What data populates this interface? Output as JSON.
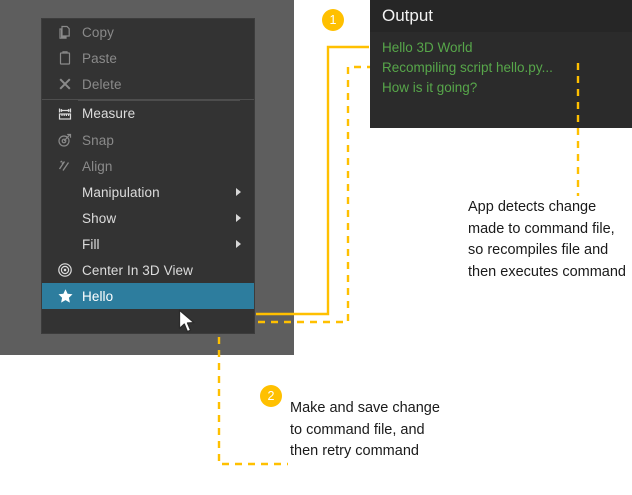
{
  "context_menu": {
    "items": [
      {
        "label": "Copy",
        "icon": "copy-icon",
        "state": "disabled",
        "submenu": false
      },
      {
        "label": "Paste",
        "icon": "paste-icon",
        "state": "disabled",
        "submenu": false
      },
      {
        "label": "Delete",
        "icon": "delete-icon",
        "state": "disabled",
        "submenu": false
      },
      {
        "label": "Measure",
        "icon": "measure-icon",
        "state": "enabled",
        "submenu": false
      },
      {
        "label": "Snap",
        "icon": "snap-icon",
        "state": "disabled",
        "submenu": false
      },
      {
        "label": "Align",
        "icon": "align-icon",
        "state": "disabled",
        "submenu": false
      },
      {
        "label": "Manipulation",
        "icon": "none",
        "state": "enabled",
        "submenu": true
      },
      {
        "label": "Show",
        "icon": "none",
        "state": "enabled",
        "submenu": true
      },
      {
        "label": "Fill",
        "icon": "none",
        "state": "enabled",
        "submenu": true
      },
      {
        "label": "Center In 3D View",
        "icon": "center-view-icon",
        "state": "enabled",
        "submenu": false
      },
      {
        "label": "Hello",
        "icon": "star-icon",
        "state": "selected",
        "submenu": false
      }
    ],
    "highlight_color": "#2d7d9e",
    "background_color": "#333333"
  },
  "output_panel": {
    "title": "Output",
    "lines": [
      "Hello 3D World",
      "Recompiling script hello.py...",
      "How is it going?"
    ],
    "text_color": "#57a64a",
    "background_color": "#2b2b2b"
  },
  "annotations": [
    {
      "number": "1",
      "text": "App detects change made to command file, so recompiles file and then executes command"
    },
    {
      "number": "2",
      "text": "Make and save change to command file, and then retry command"
    }
  ],
  "accent_color": "#ffc000"
}
